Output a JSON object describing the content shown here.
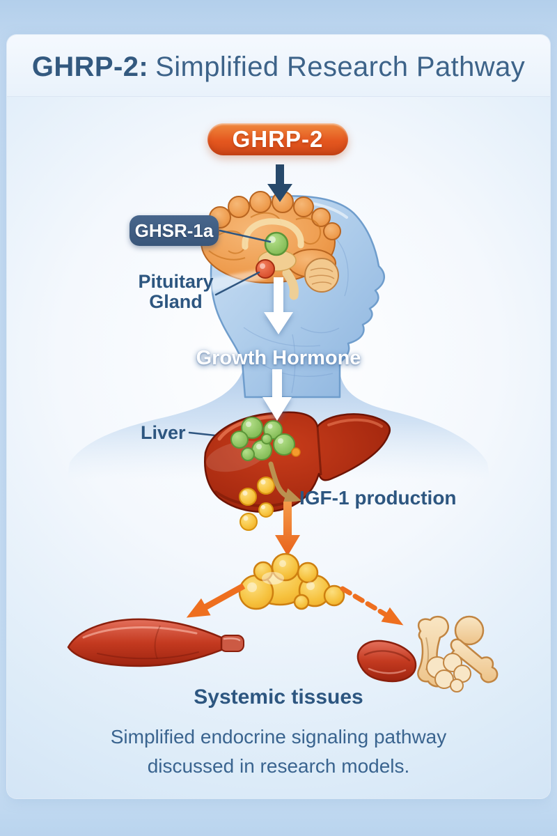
{
  "poster": {
    "title": {
      "brand": "GHRP-2:",
      "rest": "Simplified Research Pathway"
    },
    "nodes": {
      "compound": "GHRP-2",
      "receptor": "GHSR-1a",
      "pituitary_line1": "Pituitary",
      "pituitary_line2": "Gland",
      "hormone": "Growth Hormone",
      "liver": "Liver",
      "igf1": "IGF-1 production",
      "tissues": "Systemic tissues"
    },
    "caption": {
      "line1": "Simplified endocrine signaling pathway",
      "line2": "discussed in research models."
    },
    "colors": {
      "accent_orange": "#e4571f",
      "arrow_orange": "#ee6f1f",
      "deep_blue_text": "#2d5680",
      "title_blue": "#33597f",
      "navy_arrow": "#27496b",
      "receptor_badge": "#3e5c80",
      "gh_molecule_green": "#8cc25e",
      "igf1_molecule_yellow": "#f6c13d",
      "liver_red": "#a3260f",
      "background_blue": "#b7d2ec"
    },
    "illustrations": {
      "silhouette": "human-head-silhouette",
      "brain": "brain-illustration",
      "receptor_dot": "ghsr-receptor-dot",
      "pituitary_dot": "pituitary-gland-dot",
      "liver": "liver-illustration",
      "gh_molecules": "growth-hormone-molecules",
      "igf1_molecules": "igf1-molecules",
      "adipose": "adipose-cluster-illustration",
      "muscle": "muscle-illustration",
      "small_muscle": "small-muscle-illustration",
      "bones": "bone-group-illustration"
    }
  }
}
